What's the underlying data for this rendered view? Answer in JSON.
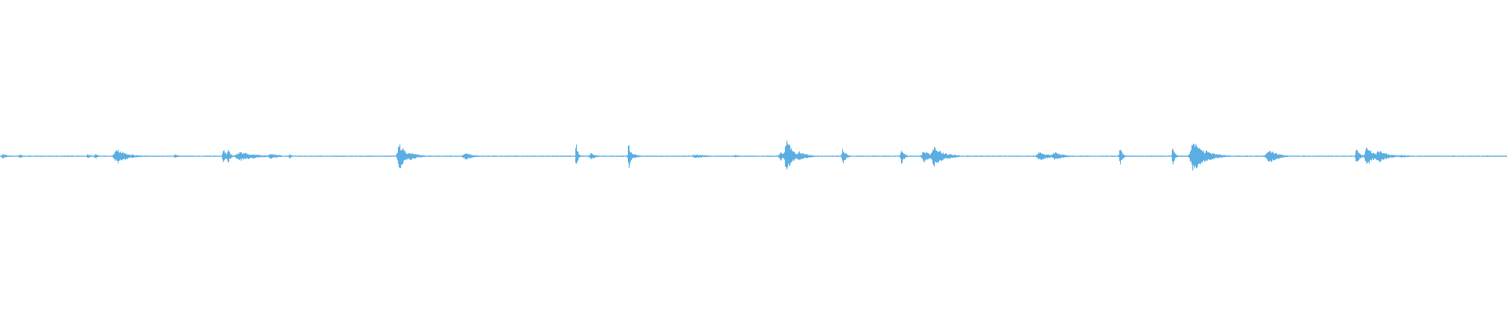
{
  "waveform": {
    "color": "#5aaee3",
    "background": "#ffffff",
    "baseline_amplitude": 0.03,
    "bursts": [
      {
        "t": 0.002,
        "amp": 0.12,
        "width": 0.003
      },
      {
        "t": 0.013,
        "amp": 0.1,
        "width": 0.002
      },
      {
        "t": 0.058,
        "amp": 0.1,
        "width": 0.002
      },
      {
        "t": 0.063,
        "amp": 0.12,
        "width": 0.002
      },
      {
        "t": 0.078,
        "amp": 0.3,
        "width": 0.007
      },
      {
        "t": 0.116,
        "amp": 0.1,
        "width": 0.002
      },
      {
        "t": 0.148,
        "amp": 0.45,
        "width": 0.0015
      },
      {
        "t": 0.151,
        "amp": 0.4,
        "width": 0.0015
      },
      {
        "t": 0.16,
        "amp": 0.2,
        "width": 0.01
      },
      {
        "t": 0.18,
        "amp": 0.12,
        "width": 0.006
      },
      {
        "t": 0.192,
        "amp": 0.1,
        "width": 0.002
      },
      {
        "t": 0.265,
        "amp": 0.6,
        "width": 0.004
      },
      {
        "t": 0.272,
        "amp": 0.18,
        "width": 0.006
      },
      {
        "t": 0.309,
        "amp": 0.14,
        "width": 0.006
      },
      {
        "t": 0.382,
        "amp": 0.75,
        "width": 0.001
      },
      {
        "t": 0.392,
        "amp": 0.15,
        "width": 0.003
      },
      {
        "t": 0.417,
        "amp": 0.6,
        "width": 0.0015
      },
      {
        "t": 0.42,
        "amp": 0.12,
        "width": 0.004
      },
      {
        "t": 0.462,
        "amp": 0.08,
        "width": 0.01
      },
      {
        "t": 0.488,
        "amp": 0.06,
        "width": 0.004
      },
      {
        "t": 0.518,
        "amp": 0.2,
        "width": 0.004
      },
      {
        "t": 0.522,
        "amp": 0.75,
        "width": 0.004
      },
      {
        "t": 0.53,
        "amp": 0.25,
        "width": 0.005
      },
      {
        "t": 0.559,
        "amp": 0.4,
        "width": 0.002
      },
      {
        "t": 0.598,
        "amp": 0.35,
        "width": 0.002
      },
      {
        "t": 0.613,
        "amp": 0.3,
        "width": 0.004
      },
      {
        "t": 0.62,
        "amp": 0.45,
        "width": 0.006
      },
      {
        "t": 0.63,
        "amp": 0.12,
        "width": 0.006
      },
      {
        "t": 0.69,
        "amp": 0.2,
        "width": 0.006
      },
      {
        "t": 0.7,
        "amp": 0.18,
        "width": 0.006
      },
      {
        "t": 0.743,
        "amp": 0.45,
        "width": 0.0015
      },
      {
        "t": 0.778,
        "amp": 0.45,
        "width": 0.0015
      },
      {
        "t": 0.792,
        "amp": 0.7,
        "width": 0.006
      },
      {
        "t": 0.8,
        "amp": 0.25,
        "width": 0.008
      },
      {
        "t": 0.842,
        "amp": 0.3,
        "width": 0.006
      },
      {
        "t": 0.9,
        "amp": 0.35,
        "width": 0.002
      },
      {
        "t": 0.907,
        "amp": 0.45,
        "width": 0.004
      },
      {
        "t": 0.915,
        "amp": 0.3,
        "width": 0.006
      },
      {
        "t": 0.93,
        "amp": 0.06,
        "width": 0.008
      }
    ]
  }
}
